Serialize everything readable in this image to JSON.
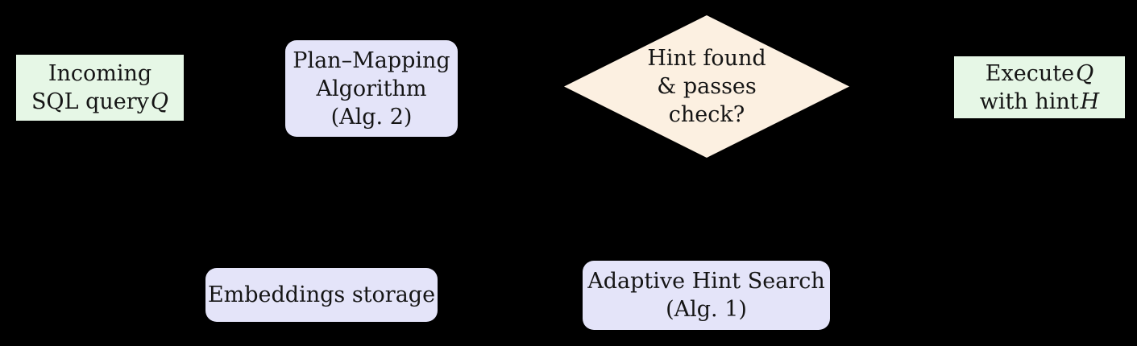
{
  "diagram": {
    "background_color": "#000000",
    "text_color": "#151515",
    "colors": {
      "green_fill": "#e6f7e6",
      "lavender_fill": "#e4e4f9",
      "peach_fill": "#fcf0e1"
    },
    "nodes": {
      "incoming": {
        "line1": "Incoming",
        "line2_prefix": "SQL query",
        "line2_var": "Q"
      },
      "plan_mapping": {
        "line1": "Plan–Mapping",
        "line2": "Algorithm",
        "line3": "(Alg. 2)"
      },
      "decision": {
        "line1": "Hint found",
        "line2": "& passes",
        "line3": "check?"
      },
      "execute": {
        "line1_prefix": "Execute",
        "line1_var": "Q",
        "line2_prefix": "with hint",
        "line2_var": "H"
      },
      "embeddings": {
        "line1": "Embeddings storage"
      },
      "adaptive": {
        "line1": "Adaptive Hint Search",
        "line2": "(Alg. 1)"
      }
    }
  }
}
